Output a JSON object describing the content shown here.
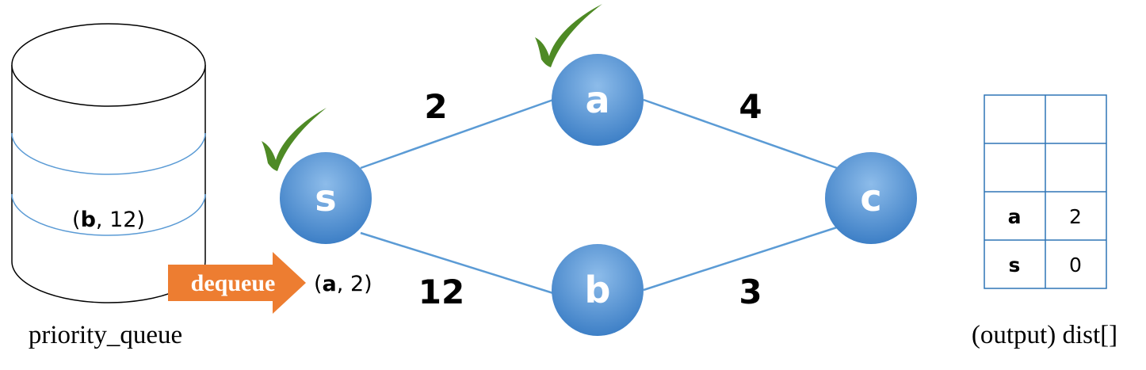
{
  "colors": {
    "node_fill_top": "#7aaee2",
    "node_fill_bottom": "#3d7fc6",
    "edge": "#5b9bd5",
    "check": "#4e8a25",
    "dequeue_arrow": "#ed7d31",
    "queue_outline": "#000000",
    "queue_inner_line": "#5b9bd5",
    "table_border": "#2e75b6"
  },
  "graph": {
    "nodes": {
      "s": {
        "label": "s",
        "visited": true
      },
      "a": {
        "label": "a",
        "visited": true
      },
      "b": {
        "label": "b",
        "visited": false
      },
      "c": {
        "label": "c",
        "visited": false
      }
    },
    "edges": [
      {
        "from": "s",
        "to": "a",
        "weight": "2"
      },
      {
        "from": "s",
        "to": "b",
        "weight": "12"
      },
      {
        "from": "a",
        "to": "c",
        "weight": "4"
      },
      {
        "from": "b",
        "to": "c",
        "weight": "3"
      }
    ]
  },
  "priority_queue": {
    "caption": "priority_queue",
    "entry_open": "(",
    "entry_key": "b",
    "entry_rest": ", 12)"
  },
  "dequeue": {
    "label": "dequeue",
    "item_open": "(",
    "item_key": "a",
    "item_rest": ", 2)"
  },
  "dist_table": {
    "caption": "(output) dist[]",
    "rows": [
      {
        "key": "",
        "value": ""
      },
      {
        "key": "",
        "value": ""
      },
      {
        "key": "a",
        "value": "2"
      },
      {
        "key": "s",
        "value": "0"
      }
    ]
  }
}
